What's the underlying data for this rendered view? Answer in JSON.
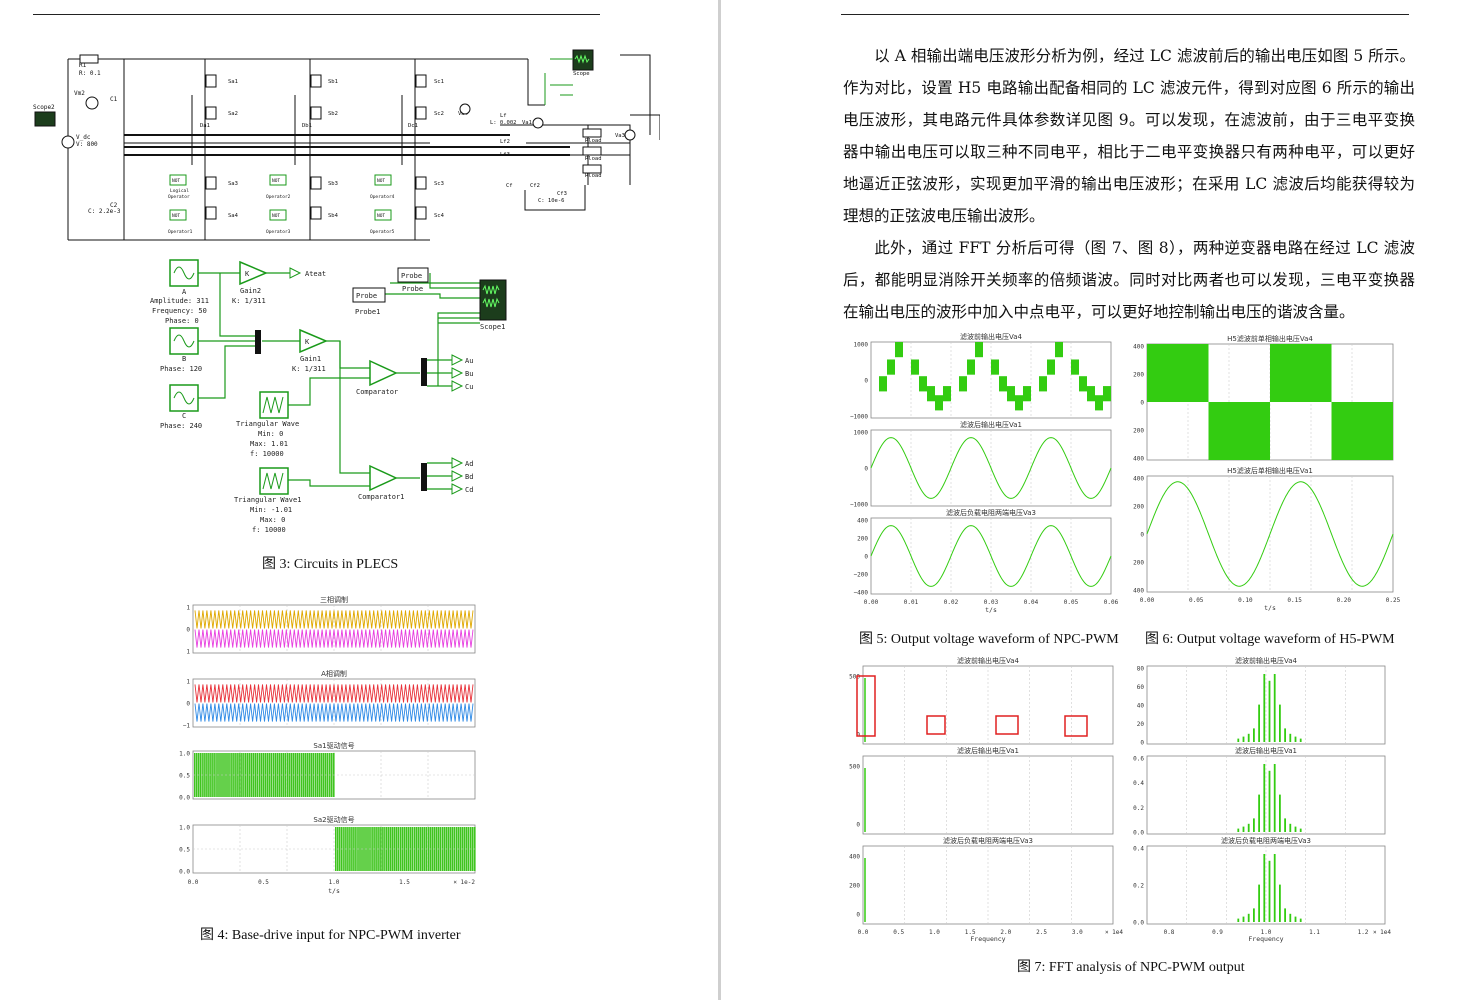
{
  "left": {
    "fig3": {
      "caption": "图 3: Circuits in PLECS",
      "power": {
        "labels": {
          "r1": "R1",
          "r1_val": "R: 0.1",
          "vm2": "Vm2",
          "scope2": "Scope2",
          "c1": "C1",
          "vdc": "V_dc",
          "vdc_val": "V: 800",
          "c2": "C2",
          "c2_val": "C: 2.2e-3",
          "sa1": "Sa1",
          "sa2": "Sa2",
          "sb1": "Sb1",
          "sb2": "Sb2",
          "sc1": "Sc1",
          "sc2": "Sc2",
          "sa3": "Sa3",
          "sa4": "Sa4",
          "sb3": "Sb3",
          "sb4": "Sb4",
          "sc3": "Sc3",
          "sc4": "Sc4",
          "da1": "Da1",
          "db1": "Db1",
          "dc1": "Dc1",
          "lf": "Lf",
          "lf_val": "L: 0.002",
          "lf2": "Lf2",
          "lf3": "Lf3",
          "va4": "Va4",
          "va1": "Va1",
          "va3": "Va3",
          "cf": "Cf",
          "cf2": "Cf2",
          "cf3": "Cf3",
          "cf3_val": "C: 10e-6",
          "rload": "Rload",
          "rload2": "Rload",
          "rload3": "Rload",
          "scope": "Scope",
          "not": "NOT",
          "logic": "Logical",
          "operator": "Operator",
          "operator1": "Operator1",
          "operator2": "Operator2",
          "operator3": "Operator3",
          "operator4": "Operator4",
          "operator5": "Operator5"
        }
      },
      "control": {
        "sine_a": "A",
        "sine_a_params": [
          "Amplitude: 311",
          "Frequency: 50",
          "Phase: 0"
        ],
        "sine_b": "B",
        "sine_b_params": [
          "Phase: 120"
        ],
        "sine_c": "C",
        "sine_c_params": [
          "Phase: 240"
        ],
        "gain2": "Gain2",
        "gain2_k": "K: 1/311",
        "gain_symbol": "K",
        "gain1": "Gain1",
        "gain1_k": "K: 1/311",
        "ateat": "Ateat",
        "probe": "Probe",
        "probe_label": "Probe",
        "probe1": "Probe1",
        "scope1": "Scope1",
        "tri": "Triangular Wave",
        "tri_params": [
          "Min: 0",
          "Max: 1.01",
          "f: 10000"
        ],
        "tri1": "Triangular Wave1",
        "tri1_params": [
          "Min: -1.01",
          "Max: 0",
          "f: 10000"
        ],
        "comparator": "Comparator",
        "comparator1": "Comparator1",
        "outputs_top": [
          "Au",
          "Bu",
          "Cu"
        ],
        "outputs_bottom": [
          "Ad",
          "Bd",
          "Cd"
        ]
      }
    },
    "fig4": {
      "caption": "图 4: Base-drive input for NPC-PWM inverter",
      "panels": [
        {
          "title": "三相调制",
          "yticks": [
            "1",
            "0",
            "1"
          ],
          "colors": [
            "#e0a800",
            "#e83fe0"
          ]
        },
        {
          "title": "A相调制",
          "yticks": [
            "1",
            "0",
            "−1"
          ],
          "colors": [
            "#e8323a",
            "#2e8ae6"
          ]
        },
        {
          "title": "Sa1驱动信号",
          "yticks": [
            "1.0",
            "0.5",
            "0.0"
          ],
          "colors": [
            "#3fc41f"
          ]
        },
        {
          "title": "Sa2驱动信号",
          "yticks": [
            "1.0",
            "0.5",
            "0.0"
          ],
          "colors": [
            "#3fc41f"
          ]
        }
      ],
      "xticks": [
        "0.0",
        "0.5",
        "1.0",
        "1.5"
      ],
      "xscale": "× 1e-2",
      "xlabel": "t/s"
    }
  },
  "right": {
    "paragraphs": [
      "以 A 相输出端电压波形分析为例，经过 LC 滤波前后的输出电压如图 5 所示。作为对比，设置 H5 电路输出配备相同的 LC 滤波元件，得到对应图 6 所示的输出电压波形，其电路元件具体参数详见图 9。可以发现，在滤波前，由于三电平变换器中输出电压可以取三种不同电平，相比于二电平变换器只有两种电平，可以更好地逼近正弦波形，实现更加平滑的输出电压波形；在采用 LC 滤波后均能获得较为理想的正弦波电压输出波形。",
      "此外，通过 FFT 分析后可得（图 7、图 8），两种逆变器电路在经过 LC 滤波后，都能明显消除开关频率的倍频谐波。同时对比两者也可以发现，三电平变换器在输出电压的波形中加入中点电平，可以更好地控制输出电压的谐波含量。"
    ],
    "fig5": {
      "caption": "图 5: Output voltage waveform of NPC-PWM",
      "panels": [
        {
          "title": "滤波前输出电压Va4",
          "yticks": [
            "1000",
            "0",
            "−1000"
          ]
        },
        {
          "title": "滤波后输出电压Va1",
          "yticks": [
            "1000",
            "0",
            "−1000"
          ]
        },
        {
          "title": "滤波后负载电阻两端电压Va3",
          "yticks": [
            "400",
            "200",
            "0",
            "−200",
            "−400"
          ]
        }
      ],
      "xticks": [
        "0.00",
        "0.01",
        "0.02",
        "0.03",
        "0.04",
        "0.05",
        "0.06"
      ],
      "xlabel": "t/s",
      "color": "#33cc11"
    },
    "fig6": {
      "caption": "图 6: Output voltage waveform of H5-PWM",
      "panels": [
        {
          "title": "H5滤波前单相输出电压Va4",
          "yticks": [
            "400",
            "200",
            "0",
            "200",
            "400"
          ]
        },
        {
          "title": "H5滤波后单相输出电压Va1",
          "yticks": [
            "400",
            "200",
            "0",
            "200",
            "400"
          ]
        }
      ],
      "xticks": [
        "0.00",
        "0.05",
        "0.10",
        "0.15",
        "0.20",
        "0.25"
      ],
      "xlabel": "t/s",
      "color": "#33cc11"
    },
    "fig7": {
      "caption": "图 7: FFT analysis of NPC-PWM output",
      "left_panels": [
        {
          "title": "滤波前输出电压Va4",
          "yticks": [
            "500",
            "0"
          ]
        },
        {
          "title": "滤波后输出电压Va1",
          "yticks": [
            "500",
            "0"
          ]
        },
        {
          "title": "滤波后负载电阻两端电压Va3",
          "yticks": [
            "400",
            "200",
            "0"
          ]
        }
      ],
      "left_xticks": [
        "0.0",
        "0.5",
        "1.0",
        "1.5",
        "2.0",
        "2.5",
        "3.0"
      ],
      "left_xscale": "× 1e4",
      "right_panels": [
        {
          "title": "滤波前输出电压Va4",
          "yticks": [
            "80",
            "60",
            "40",
            "20",
            "0"
          ]
        },
        {
          "title": "滤波后输出电压Va1",
          "yticks": [
            "0.6",
            "0.4",
            "0.2",
            "0.0"
          ]
        },
        {
          "title": "滤波后负载电阻两端电压Va3",
          "yticks": [
            "0.4",
            "0.2",
            "0.0"
          ]
        }
      ],
      "right_xticks": [
        "0.8",
        "0.9",
        "1.0",
        "1.1",
        "1.2"
      ],
      "right_xscale": "× 1e4",
      "xlabel": "Frequency",
      "color": "#33cc11",
      "highlight": "#e02020"
    }
  }
}
